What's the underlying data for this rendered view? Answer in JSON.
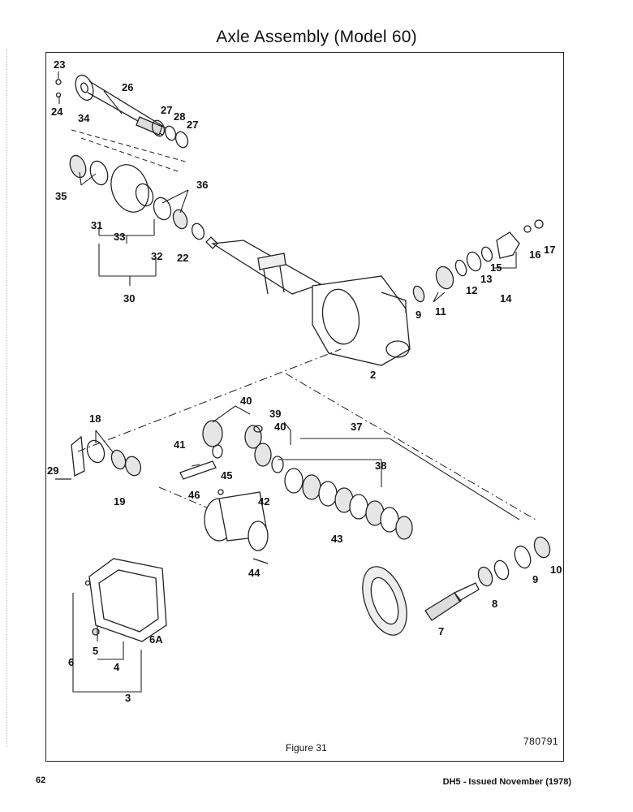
{
  "page": {
    "title": "Axle Assembly (Model 60)",
    "figure_caption": "Figure 31",
    "figure_number": "780791",
    "page_number": "62",
    "issue_line": "DH5 - Issued November (1978)"
  },
  "callouts": {
    "c23": "23",
    "c24": "24",
    "c26": "26",
    "c34": "34",
    "c27a": "27",
    "c28": "28",
    "c27b": "27",
    "c36": "36",
    "c35": "35",
    "c31": "31",
    "c33": "33",
    "c32": "32",
    "c22": "22",
    "c30": "30",
    "c2": "2",
    "c9a": "9",
    "c11": "11",
    "c12": "12",
    "c13": "13",
    "c15": "15",
    "c16": "16",
    "c17": "17",
    "c14": "14",
    "c18": "18",
    "c40a": "40",
    "c39": "39",
    "c40b": "40",
    "c37": "37",
    "c41": "41",
    "c38": "38",
    "c29": "29",
    "c45": "45",
    "c19": "19",
    "c46": "46",
    "c42": "42",
    "c43": "43",
    "c44": "44",
    "c10": "10",
    "c9b": "9",
    "c8": "8",
    "c7": "7",
    "c6": "6",
    "c6a": "6A",
    "c5": "5",
    "c4": "4",
    "c3": "3"
  }
}
